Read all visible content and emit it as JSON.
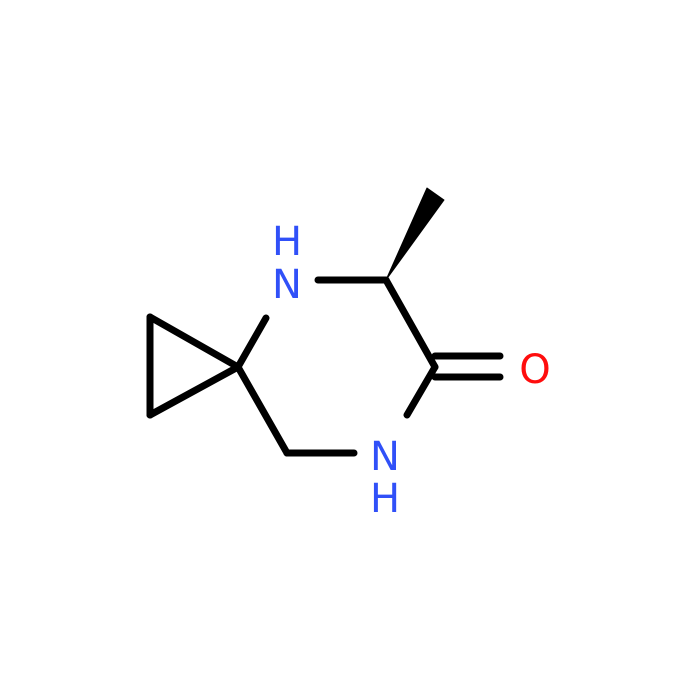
{
  "molecule": {
    "atoms": {
      "n_top": {
        "text": "N",
        "h_text": "H"
      },
      "n_bottom": {
        "text": "N",
        "h_text": "H"
      },
      "o": {
        "text": "O"
      }
    },
    "colors": {
      "bond": "#000000",
      "nitrogen": "#3050F8",
      "oxygen": "#FF0D0D",
      "background": "#ffffff"
    }
  }
}
